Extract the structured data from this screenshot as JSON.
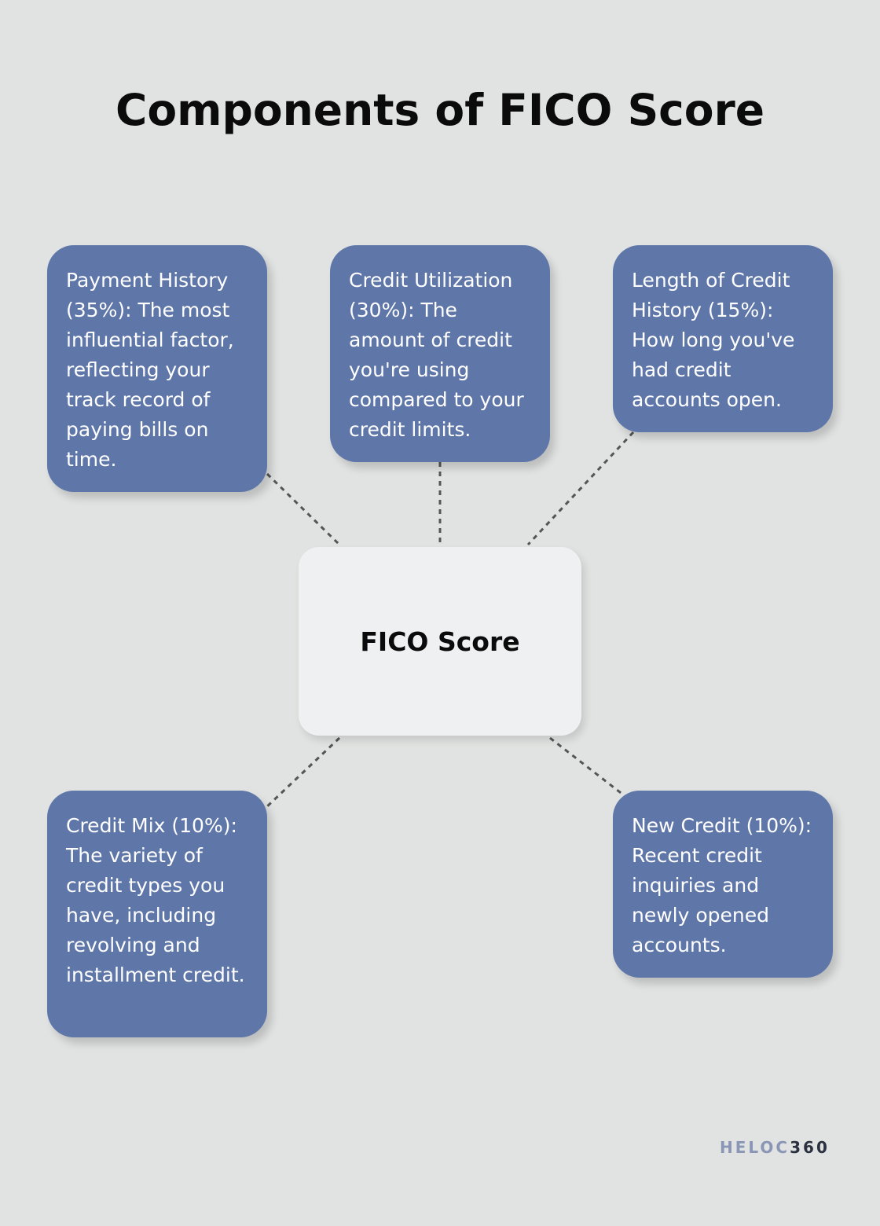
{
  "title": "Components of FICO Score",
  "center": {
    "label": "FICO Score"
  },
  "components": [
    {
      "text": "Payment History (35%): The most influential factor, reflecting your track record of paying bills on time."
    },
    {
      "text": "Credit Utilization (30%): The amount of credit you're using compared to your credit limits."
    },
    {
      "text": "Length of Credit History (15%): How long you've had credit accounts open."
    },
    {
      "text": "Credit Mix (10%): The variety of credit types you have, including revolving and installment credit."
    },
    {
      "text": "New Credit (10%): Recent credit inquiries and newly opened accounts."
    }
  ],
  "logo": {
    "part1": "HELOC",
    "part2": "360"
  },
  "colors": {
    "background": "#e1e3e2",
    "box": "#5f76a9",
    "center_box": "#eff0f2",
    "connector": "#555555"
  }
}
